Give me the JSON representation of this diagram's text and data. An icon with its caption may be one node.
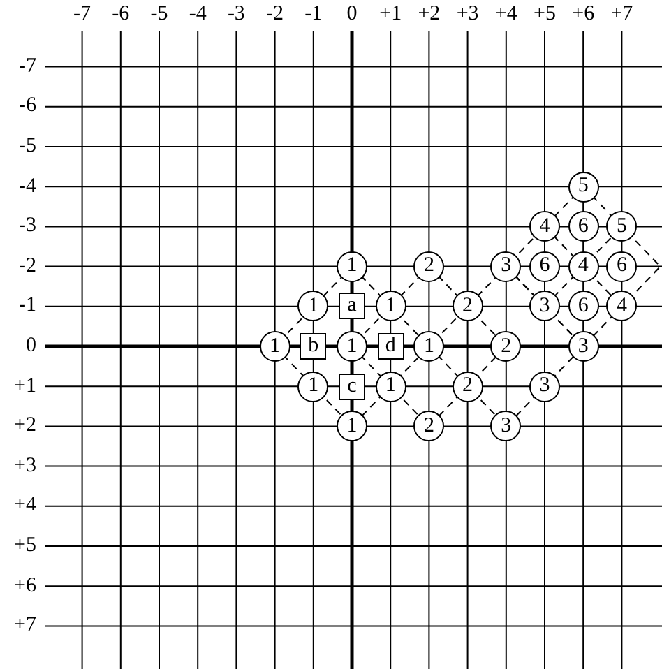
{
  "diagram": {
    "nodes": [
      {
        "text": [
          "5"
        ]
      },
      {
        "text": [
          "4"
        ]
      },
      {
        "text": [
          "6"
        ]
      },
      {
        "text": [
          "5"
        ]
      },
      {
        "text": [
          "1"
        ]
      },
      {
        "text": [
          "2"
        ]
      },
      {
        "text": [
          "3"
        ]
      },
      {
        "text": [
          "6"
        ]
      },
      {
        "text": [
          "4"
        ]
      },
      {
        "text": [
          "6"
        ]
      },
      {
        "text": [
          "1"
        ]
      },
      {
        "text": [
          "a"
        ]
      },
      {
        "text": [
          "1"
        ]
      },
      {
        "text": [
          "2"
        ]
      },
      {
        "text": [
          "3"
        ]
      },
      {
        "text": [
          "6"
        ]
      },
      {
        "text": [
          "4"
        ]
      },
      {
        "text": [
          "1"
        ]
      },
      {
        "text": [
          "b"
        ]
      },
      {
        "text": [
          "1"
        ]
      },
      {
        "text": [
          "d"
        ]
      },
      {
        "text": [
          "1"
        ]
      },
      {
        "text": [
          "2"
        ]
      },
      {
        "text": [
          "3"
        ]
      },
      {
        "text": [
          "1"
        ]
      },
      {
        "text": [
          "c"
        ]
      },
      {
        "text": [
          "1"
        ]
      },
      {
        "text": [
          "2"
        ]
      },
      {
        "text": [
          "3"
        ]
      },
      {
        "text": [
          "1"
        ]
      },
      {
        "text": [
          "2"
        ]
      },
      {
        "text": [
          "3"
        ]
      }
    ],
    "labels": [
      "-7",
      "-6",
      "-5",
      "-4",
      "-3",
      "-2",
      "-1",
      "0",
      "+1",
      "+2",
      "+3",
      "+4",
      "+5",
      "+6",
      "+7",
      "-7",
      "-6",
      "-5",
      "-4",
      "-3",
      "-2",
      "-1",
      "0",
      "+1",
      "+2",
      "+3",
      "+4",
      "+5",
      "+6",
      "+7"
    ]
  }
}
